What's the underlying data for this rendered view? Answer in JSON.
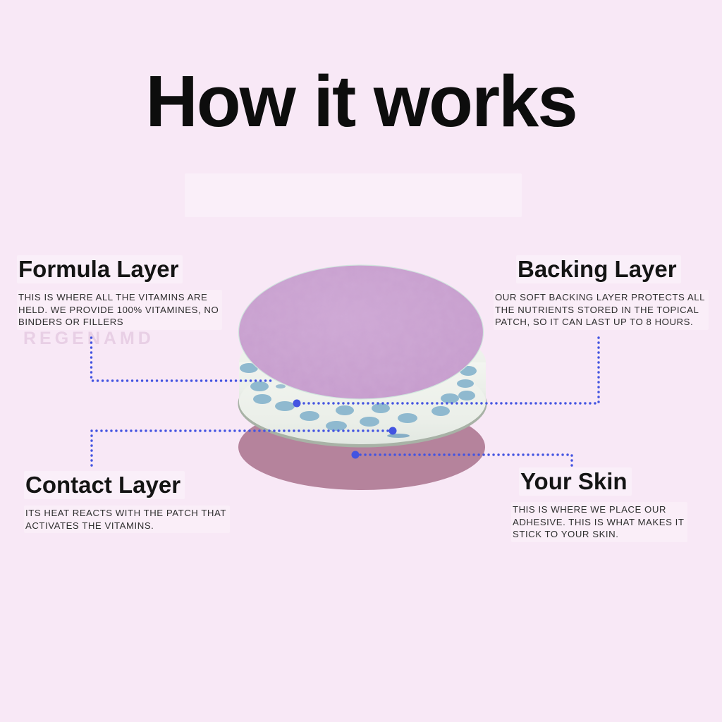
{
  "title": "How it works",
  "watermark": "REGENAMD",
  "diagram": {
    "subject": "topical vitamin patch cross-section",
    "layers": {
      "formula": {
        "heading": "Formula Layer",
        "body": "THIS IS WHERE ALL THE VITAMINS ARE\nHELD. WE PROVIDE 100% VITAMINES, NO\nBINDERS OR FILLERS"
      },
      "backing": {
        "heading": "Backing Layer",
        "body": "OUR SOFT BACKING LAYER PROTECTS ALL\nTHE NUTRIENTS STORED IN THE TOPICAL\nPATCH, SO IT CAN LAST UP TO 8 HOURS."
      },
      "contact": {
        "heading": "Contact Layer",
        "body": "ITS HEAT REACTS WITH THE PATCH THAT\nACTIVATES THE VITAMINS."
      },
      "skin": {
        "heading": "Your Skin",
        "body": "THIS IS WHERE WE PLACE OUR\nADHESIVE. THIS IS WHAT MAKES IT\nSTICK TO YOUR SKIN."
      }
    }
  },
  "colors": {
    "background": "#f8e8f6",
    "connector_accent": "#4354e1",
    "patch_top_purple": "#c8a0cf",
    "patch_disc_white": "#eef1ec",
    "patch_dots_blue": "#8fb9cf",
    "skin_shadow_rose": "#b5839c",
    "title_text": "#0d0d0d",
    "body_text": "#2f2f2f"
  }
}
